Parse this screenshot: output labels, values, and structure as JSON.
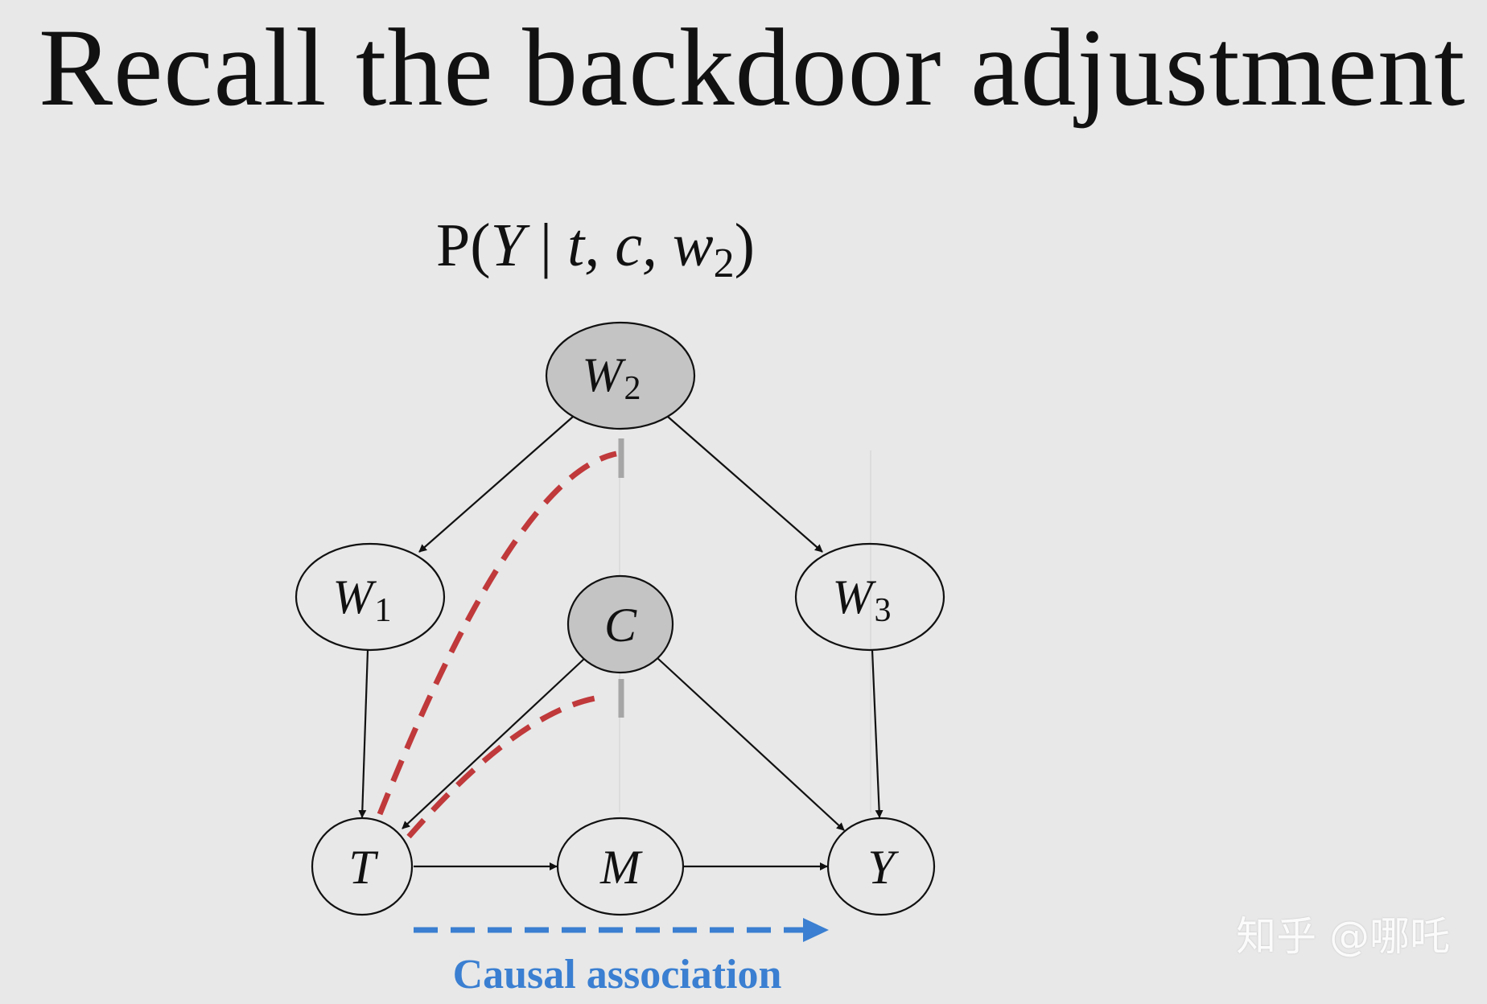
{
  "title": "Recall the backdoor adjustment",
  "formula": {
    "prefix": "P(",
    "outcome": "Y",
    "bar": " | ",
    "vars": "t, c, w",
    "sub": "2",
    "suffix": ")"
  },
  "nodes": [
    {
      "id": "W2",
      "label": "W",
      "sub": "2",
      "conditioned": true
    },
    {
      "id": "W1",
      "label": "W",
      "sub": "1",
      "conditioned": false
    },
    {
      "id": "C",
      "label": "C",
      "sub": "",
      "conditioned": true
    },
    {
      "id": "W3",
      "label": "W",
      "sub": "3",
      "conditioned": false
    },
    {
      "id": "T",
      "label": "T",
      "sub": "",
      "conditioned": false
    },
    {
      "id": "M",
      "label": "M",
      "sub": "",
      "conditioned": false
    },
    {
      "id": "Y",
      "label": "Y",
      "sub": "",
      "conditioned": false
    }
  ],
  "edges": [
    {
      "from": "W2",
      "to": "W1"
    },
    {
      "from": "W2",
      "to": "W3"
    },
    {
      "from": "W1",
      "to": "T"
    },
    {
      "from": "C",
      "to": "T"
    },
    {
      "from": "C",
      "to": "Y"
    },
    {
      "from": "W3",
      "to": "Y"
    },
    {
      "from": "T",
      "to": "M"
    },
    {
      "from": "M",
      "to": "Y"
    }
  ],
  "blocked_paths": [
    {
      "from": "T",
      "through": "W2"
    },
    {
      "from": "T",
      "through": "C"
    }
  ],
  "causal_label": "Causal association",
  "colors": {
    "background": "#e8e8e8",
    "conditioned_node": "#c4c4c4",
    "blocked_path": "#c0393b",
    "causal_path": "#3a7fd1",
    "block_marker": "#a6a6a6"
  },
  "watermark": "知乎 @哪吒"
}
